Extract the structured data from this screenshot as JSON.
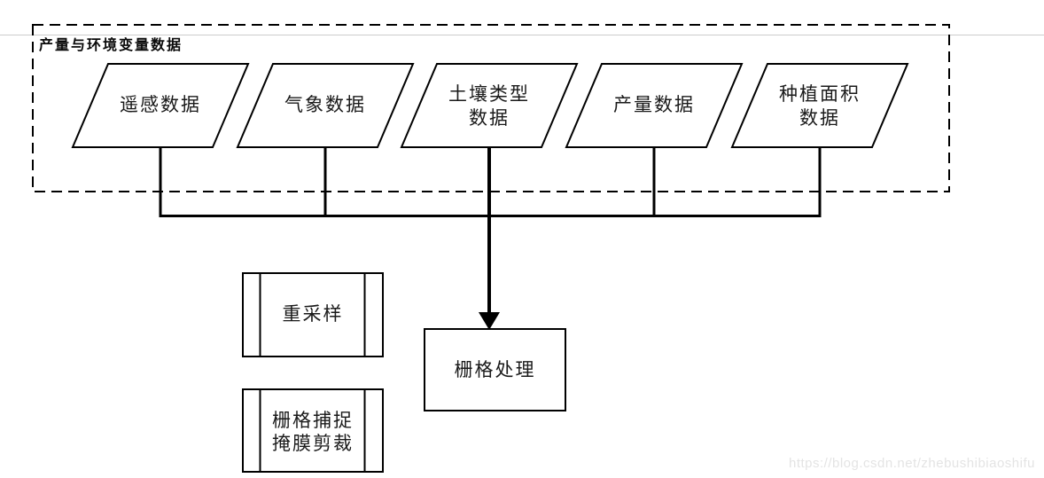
{
  "colors": {
    "stroke": "#000000",
    "rule_line": "#cccccc",
    "watermark": "#e4e4e4",
    "background": "#ffffff"
  },
  "group": {
    "label": "产量与环境变量数据"
  },
  "inputs": [
    {
      "id": "remote-sensing-data",
      "lines": [
        "遥感数据"
      ]
    },
    {
      "id": "weather-data",
      "lines": [
        "气象数据"
      ]
    },
    {
      "id": "soil-type-data",
      "lines": [
        "土壤类型",
        "数据"
      ]
    },
    {
      "id": "yield-data",
      "lines": [
        "产量数据"
      ]
    },
    {
      "id": "planting-area-data",
      "lines": [
        "种植面积",
        "数据"
      ]
    }
  ],
  "processes": {
    "raster_processing": {
      "label": "栅格处理"
    },
    "resampling": {
      "lines": [
        "重采样"
      ]
    },
    "snap_mask": {
      "lines": [
        "栅格捕捉",
        "掩膜剪裁"
      ]
    }
  },
  "watermark": {
    "text": "https://blog.csdn.net/zhebushibiaoshifu"
  }
}
